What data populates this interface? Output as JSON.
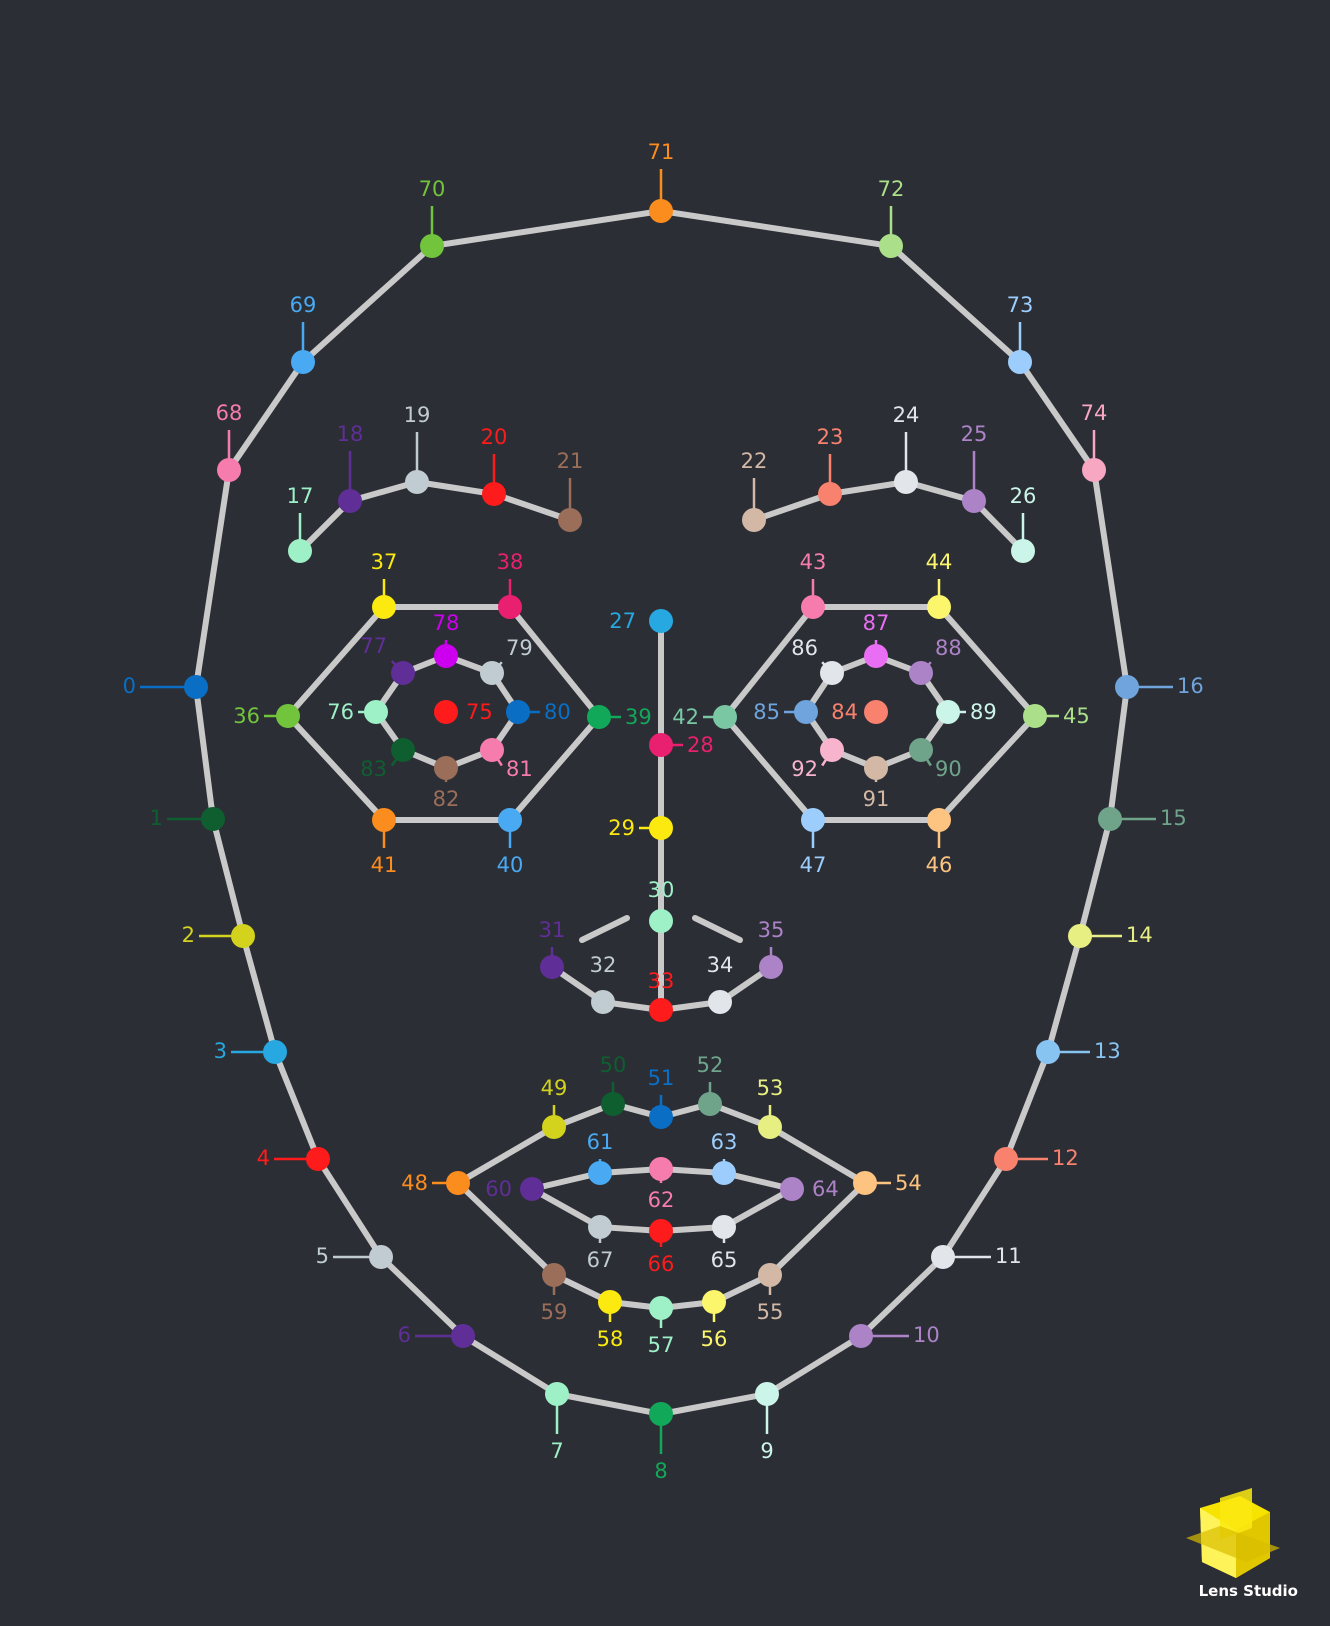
{
  "diagram": {
    "line_color": "#c9c9c9",
    "background": "#2b2e35",
    "brand": "Lens Studio",
    "brand_icon": "lens-studio-logo-icon",
    "landmarks": [
      {
        "id": "0",
        "color": "#0a6fc4"
      },
      {
        "id": "1",
        "color": "#0f5e30"
      },
      {
        "id": "2",
        "color": "#d3d21c"
      },
      {
        "id": "3",
        "color": "#27a8e0"
      },
      {
        "id": "4",
        "color": "#fe1b1b"
      },
      {
        "id": "5",
        "color": "#c1ccd2"
      },
      {
        "id": "6",
        "color": "#5f2e96"
      },
      {
        "id": "7",
        "color": "#9ef0c7"
      },
      {
        "id": "8",
        "color": "#12a859"
      },
      {
        "id": "9",
        "color": "#cbf5e8"
      },
      {
        "id": "10",
        "color": "#ad83c8"
      },
      {
        "id": "11",
        "color": "#e2e6ea"
      },
      {
        "id": "12",
        "color": "#f9826f"
      },
      {
        "id": "13",
        "color": "#87c4f1"
      },
      {
        "id": "14",
        "color": "#e7ee82"
      },
      {
        "id": "15",
        "color": "#6fa48b"
      },
      {
        "id": "16",
        "color": "#6fa4dc"
      },
      {
        "id": "17",
        "color": "#9ef0c7"
      },
      {
        "id": "18",
        "color": "#5f2e96"
      },
      {
        "id": "19",
        "color": "#c1ccd2"
      },
      {
        "id": "20",
        "color": "#fe1b1b"
      },
      {
        "id": "21",
        "color": "#9b6e5a"
      },
      {
        "id": "22",
        "color": "#d3b8a6"
      },
      {
        "id": "23",
        "color": "#f9826f"
      },
      {
        "id": "24",
        "color": "#e2e6ea"
      },
      {
        "id": "25",
        "color": "#ad83c8"
      },
      {
        "id": "26",
        "color": "#cbf5e8"
      },
      {
        "id": "27",
        "color": "#27a8e0"
      },
      {
        "id": "28",
        "color": "#e9206f"
      },
      {
        "id": "29",
        "color": "#fbe910"
      },
      {
        "id": "30",
        "color": "#9ef0c7"
      },
      {
        "id": "31",
        "color": "#5f2e96"
      },
      {
        "id": "32",
        "color": "#c1ccd2"
      },
      {
        "id": "33",
        "color": "#fe1b1b"
      },
      {
        "id": "34",
        "color": "#e2e6ea"
      },
      {
        "id": "35",
        "color": "#ad83c8"
      },
      {
        "id": "36",
        "color": "#73c43d"
      },
      {
        "id": "37",
        "color": "#fbe910"
      },
      {
        "id": "38",
        "color": "#e9206f"
      },
      {
        "id": "39",
        "color": "#12a859"
      },
      {
        "id": "40",
        "color": "#49a9f2"
      },
      {
        "id": "41",
        "color": "#fb8c1e"
      },
      {
        "id": "42",
        "color": "#7ac7a4"
      },
      {
        "id": "43",
        "color": "#f77cae"
      },
      {
        "id": "44",
        "color": "#fbf66c"
      },
      {
        "id": "45",
        "color": "#acdf8a"
      },
      {
        "id": "46",
        "color": "#fdc380"
      },
      {
        "id": "47",
        "color": "#9dcdfc"
      },
      {
        "id": "48",
        "color": "#fb8c1e"
      },
      {
        "id": "49",
        "color": "#d3d21c"
      },
      {
        "id": "50",
        "color": "#0f5e30"
      },
      {
        "id": "51",
        "color": "#0a6fc4"
      },
      {
        "id": "52",
        "color": "#6fa48b"
      },
      {
        "id": "53",
        "color": "#e7ee82"
      },
      {
        "id": "54",
        "color": "#fdc380"
      },
      {
        "id": "55",
        "color": "#d3b8a6"
      },
      {
        "id": "56",
        "color": "#fbf66c"
      },
      {
        "id": "57",
        "color": "#9ef0c7"
      },
      {
        "id": "58",
        "color": "#fbe910"
      },
      {
        "id": "59",
        "color": "#9b6e5a"
      },
      {
        "id": "60",
        "color": "#5f2e96"
      },
      {
        "id": "61",
        "color": "#49a9f2"
      },
      {
        "id": "62",
        "color": "#f77cae"
      },
      {
        "id": "63",
        "color": "#9dcdfc"
      },
      {
        "id": "64",
        "color": "#ad83c8"
      },
      {
        "id": "65",
        "color": "#e2e6ea"
      },
      {
        "id": "66",
        "color": "#fe1b1b"
      },
      {
        "id": "67",
        "color": "#c1ccd2"
      },
      {
        "id": "68",
        "color": "#f77cae"
      },
      {
        "id": "69",
        "color": "#49a9f2"
      },
      {
        "id": "70",
        "color": "#73c43d"
      },
      {
        "id": "71",
        "color": "#fb8c1e"
      },
      {
        "id": "72",
        "color": "#acdf8a"
      },
      {
        "id": "73",
        "color": "#9dcdfc"
      },
      {
        "id": "74",
        "color": "#f7a7c2"
      },
      {
        "id": "75",
        "color": "#fe1b1b"
      },
      {
        "id": "76",
        "color": "#9ef0c7"
      },
      {
        "id": "77",
        "color": "#5f2e96"
      },
      {
        "id": "78",
        "color": "#cc00ee"
      },
      {
        "id": "79",
        "color": "#c1ccd2"
      },
      {
        "id": "80",
        "color": "#0a6fc4"
      },
      {
        "id": "81",
        "color": "#f77cae"
      },
      {
        "id": "82",
        "color": "#9b6e5a"
      },
      {
        "id": "83",
        "color": "#0f5e30"
      },
      {
        "id": "84",
        "color": "#f9826f"
      },
      {
        "id": "85",
        "color": "#6fa4dc"
      },
      {
        "id": "86",
        "color": "#e2e6ea"
      },
      {
        "id": "87",
        "color": "#ea6ef4"
      },
      {
        "id": "88",
        "color": "#ad83c8"
      },
      {
        "id": "89",
        "color": "#cbf5e8"
      },
      {
        "id": "90",
        "color": "#6fa48b"
      },
      {
        "id": "91",
        "color": "#d3b8a6"
      },
      {
        "id": "92",
        "color": "#f7b4cc"
      }
    ]
  }
}
